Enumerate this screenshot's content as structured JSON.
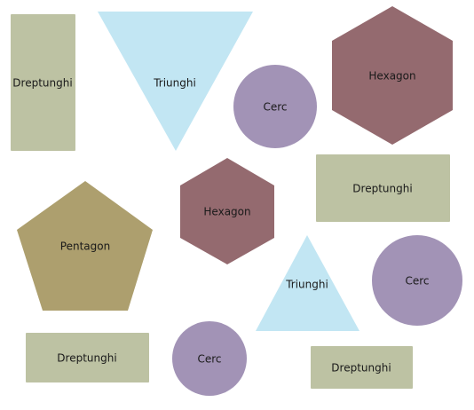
{
  "colors": {
    "dreptunghi": "#bdc2a3",
    "triunghi": "#c2e6f3",
    "cerc": "#a293b6",
    "hexagon": "#946a6f",
    "pentagon": "#ad9f6e",
    "label": "#1a1a1a"
  },
  "shapes": [
    {
      "kind": "dreptunghi",
      "label": "Dreptunghi"
    },
    {
      "kind": "triunghi",
      "label": "Triunghi"
    },
    {
      "kind": "cerc",
      "label": "Cerc"
    },
    {
      "kind": "hexagon",
      "label": "Hexagon"
    },
    {
      "kind": "dreptunghi",
      "label": "Dreptunghi"
    },
    {
      "kind": "hexagon",
      "label": "Hexagon"
    },
    {
      "kind": "pentagon",
      "label": "Pentagon"
    },
    {
      "kind": "triunghi",
      "label": "Triunghi"
    },
    {
      "kind": "cerc",
      "label": "Cerc"
    },
    {
      "kind": "dreptunghi",
      "label": "Dreptunghi"
    },
    {
      "kind": "cerc",
      "label": "Cerc"
    },
    {
      "kind": "dreptunghi",
      "label": "Dreptunghi"
    }
  ]
}
